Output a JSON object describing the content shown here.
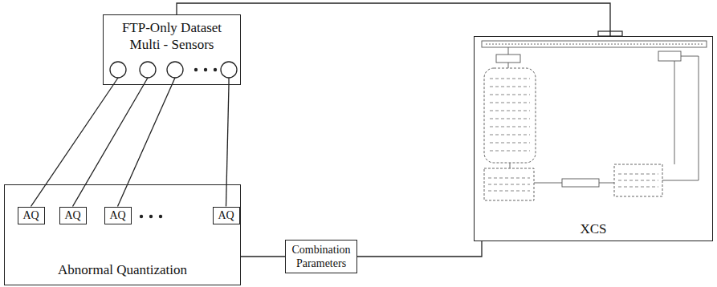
{
  "diagram": {
    "nodes": [
      {
        "text": [
          "FTP-Only Dataset",
          "Multi - Sensors"
        ]
      },
      {
        "text": [
          "Abnormal Quantization"
        ]
      },
      {
        "text": [
          "AQ"
        ],
        "in": 1
      },
      {
        "text": [
          "AQ"
        ],
        "in": 1
      },
      {
        "text": [
          "AQ"
        ],
        "in": 1
      },
      {
        "text": [
          "AQ"
        ],
        "in": 1
      },
      {
        "text": [
          "Combination Parameters"
        ]
      },
      {
        "text": [
          "XCS"
        ]
      }
    ],
    "edges": [
      {
        "from": 0,
        "to": 2,
        "arrow": "none"
      },
      {
        "from": 0,
        "to": 3,
        "arrow": "none"
      },
      {
        "from": 0,
        "to": 4,
        "arrow": "none"
      },
      {
        "from": 0,
        "to": 5,
        "arrow": "none"
      },
      {
        "from": 1,
        "to": 6,
        "arrow": "none"
      },
      {
        "from": 6,
        "to": 7,
        "arrow": "none"
      },
      {
        "from": 0,
        "to": 7,
        "arrow": "none"
      }
    ]
  }
}
